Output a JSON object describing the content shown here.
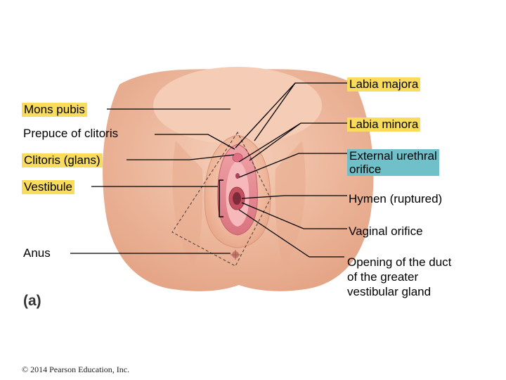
{
  "figure": {
    "panel_label": "(a)",
    "copyright": "© 2014 Pearson Education, Inc."
  },
  "labels": {
    "labia_majora": "Labia majora",
    "mons_pubis": "Mons pubis",
    "prepuce_of_clitoris": "Prepuce of clitoris",
    "labia_minora": "Labia minora",
    "clitoris_glans": "Clitoris (glans)",
    "external_urethral_orifice": [
      "External urethral",
      "orifice"
    ],
    "vestibule": "Vestibule",
    "hymen_ruptured": "Hymen (ruptured)",
    "vaginal_orifice": "Vaginal orifice",
    "anus": "Anus",
    "opening_of_duct": [
      "Opening of the duct",
      "of the greater",
      "vestibular gland"
    ]
  },
  "colors": {
    "highlight_yellow": "#f9dc5c",
    "highlight_teal": "#6fc0c9",
    "skin": "#f2bfa6",
    "skin_shadow": "#d9957a",
    "mucosa": "#e58a92",
    "mucosa_light": "#f7c6c6",
    "leader_line": "#000000"
  }
}
